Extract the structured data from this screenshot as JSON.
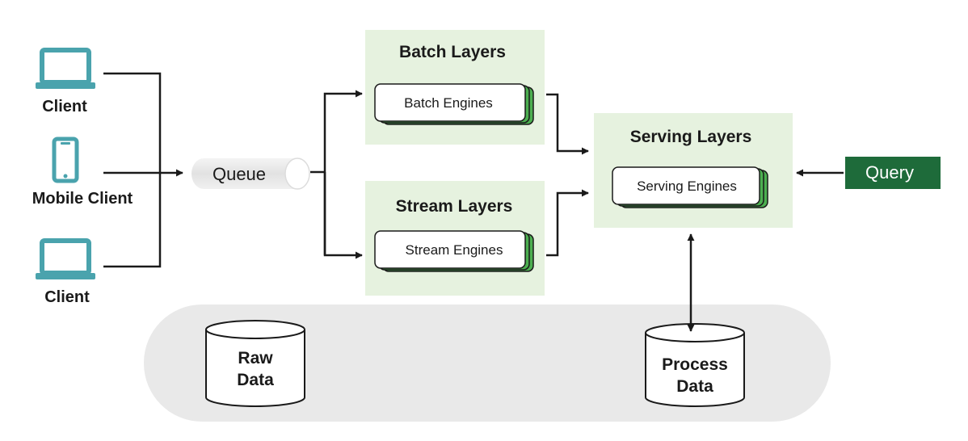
{
  "clients": [
    {
      "label": "Client",
      "icon": "laptop-icon"
    },
    {
      "label": "Mobile Client",
      "icon": "mobile-phone-icon"
    },
    {
      "label": "Client",
      "icon": "laptop-icon"
    }
  ],
  "queue": {
    "label": "Queue"
  },
  "batch": {
    "title": "Batch Layers",
    "engine": "Batch Engines"
  },
  "stream": {
    "title": "Stream Layers",
    "engine": "Stream Engines"
  },
  "serving": {
    "title": "Serving Layers",
    "engine": "Serving Engines"
  },
  "query": {
    "label": "Query"
  },
  "storage": {
    "raw": {
      "line1": "Raw",
      "line2": "Data"
    },
    "process": {
      "line1": "Process",
      "line2": "Data"
    }
  },
  "colors": {
    "layer_bg": "#e6f2df",
    "engine_accent": "#4caf50",
    "query_bg": "#1e6b3a",
    "icon_teal": "#4aa3ad",
    "storage_bg": "#e9e9e9",
    "line": "#1a1a1a"
  }
}
